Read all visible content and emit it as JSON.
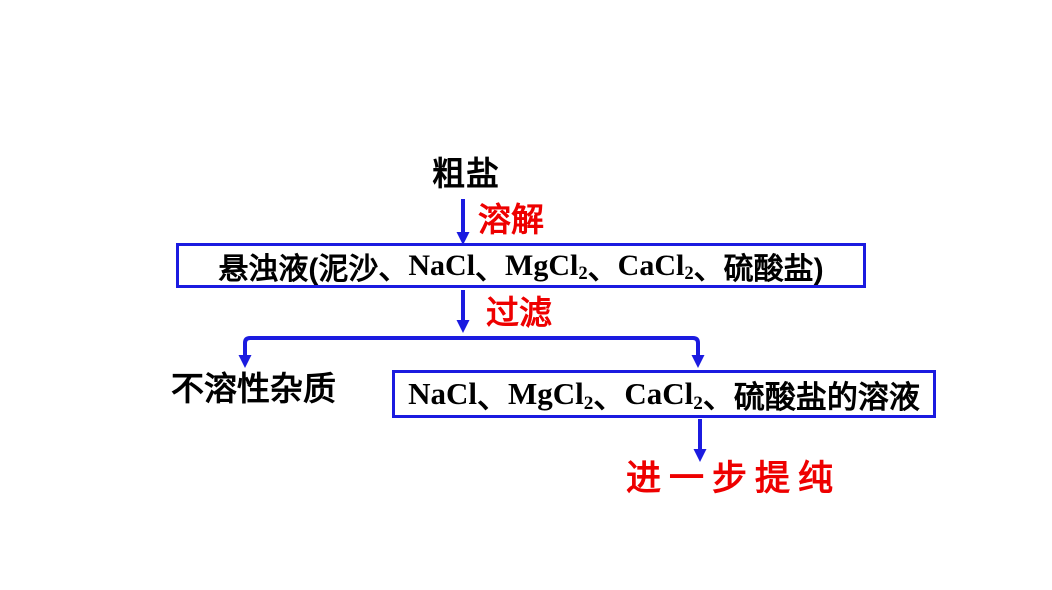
{
  "colors": {
    "arrow_blue": "#1b1be0",
    "box_border_blue": "#1b1be0",
    "step_red": "#ee0000",
    "text_black": "#000000",
    "background": "#ffffff"
  },
  "flowchart": {
    "start": "粗盐",
    "step_dissolve": "溶解",
    "suspension_box": {
      "seg1": "悬浊液(泥沙、",
      "seg2": "NaCl",
      "seg3": "、",
      "seg4": "MgCl",
      "sub4": "2",
      "seg5": "、",
      "seg6": "CaCl",
      "sub6": "2",
      "seg7": "、硫酸盐)"
    },
    "step_filter": "过滤",
    "branch_left": "不溶性杂质",
    "solution_box": {
      "seg1": "NaCl",
      "seg2": "、",
      "seg3": "MgCl",
      "sub3": "2",
      "seg4": "、",
      "seg5": "CaCl",
      "sub5": "2",
      "seg6": "、",
      "seg7": "硫酸盐的溶液"
    },
    "end": "进一步提纯"
  }
}
